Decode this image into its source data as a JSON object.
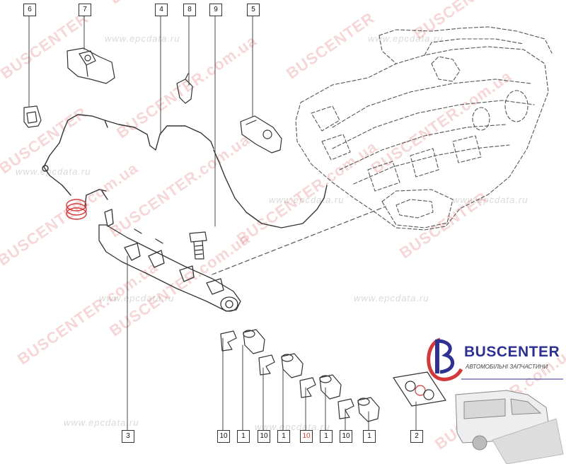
{
  "callouts": {
    "top": [
      "6",
      "7",
      "4",
      "8",
      "9",
      "5"
    ],
    "bottom": [
      "3",
      "10",
      "1",
      "10",
      "1",
      "10",
      "1",
      "10",
      "1",
      "2"
    ]
  },
  "watermarks": {
    "epcdata": [
      "www.epcdata.ru",
      "www.epcdata.ru",
      "www.epcdata.ru",
      "www.epcdata.ru",
      "www.epcdata.ru",
      "www.epcdata.ru",
      "www.epcdata.ru",
      "www.epcdata.ru",
      "www.epcdata.ru"
    ],
    "buscenter": [
      "BUSCENTER",
      "BUSCENTER",
      "BUSCENTER.com.ua",
      "BUSCENTER.com.ua",
      "BUSCENTER",
      "BUSCENTER.com.ua",
      "BUSCENTER.com.ua",
      "BUSCENTER.com.ua",
      "BUSCENTER.com.ua",
      "BUSCENTER",
      "BUSCENTER.com.ua",
      "BUSCENTER.com.ua",
      "BUSCENTER",
      "BUSCENTER.com.ua"
    ]
  },
  "logo": {
    "name": "BUSCENTER",
    "subtitle": "АВТОМОБІЛЬНІ ЗАПЧАСТИНИ",
    "colors": {
      "brand": "#2e3192",
      "accent": "#d23a3a"
    }
  },
  "colors": {
    "line": "#333333",
    "dashed": "#555555",
    "highlight": "#d23a3a"
  }
}
